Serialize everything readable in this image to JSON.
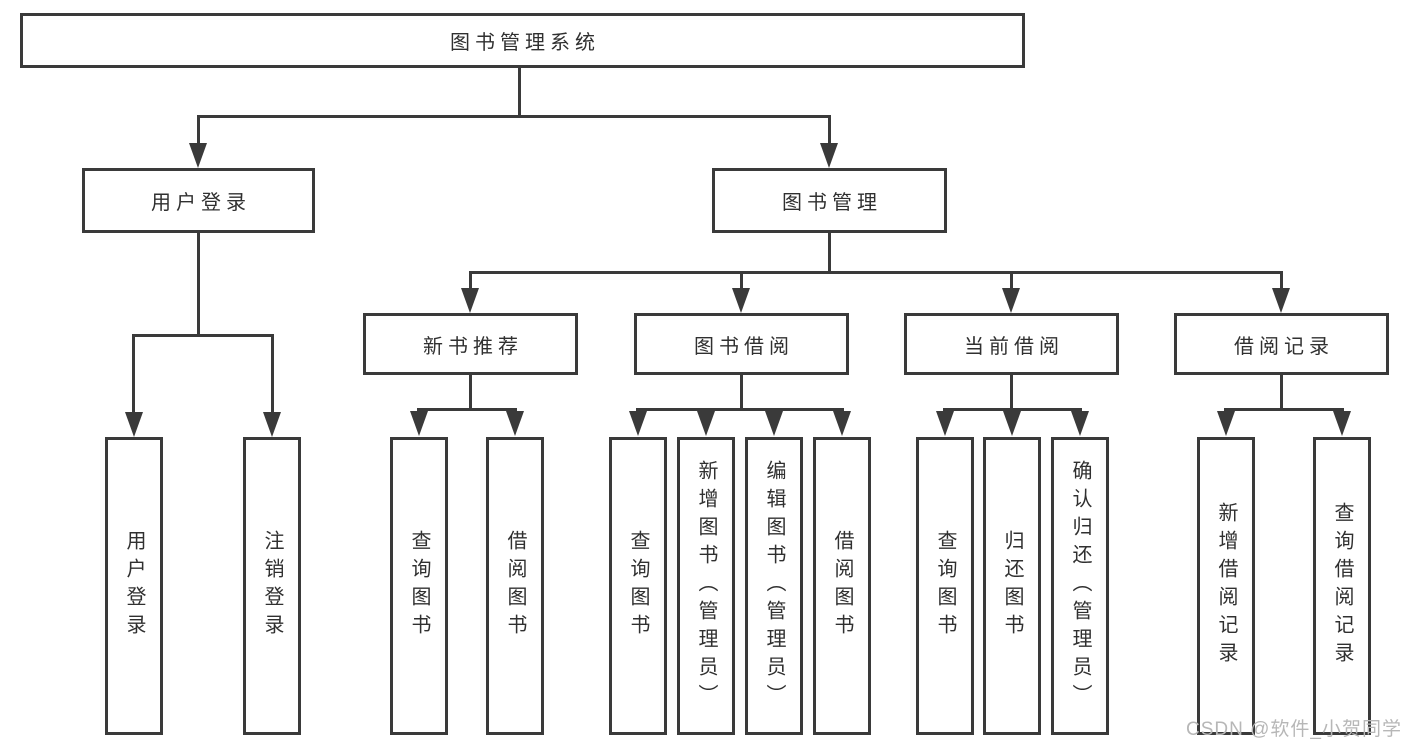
{
  "tree": {
    "root": {
      "label": "图书管理系统",
      "children": [
        {
          "label": "用户登录",
          "children": [
            {
              "label": "用户登录"
            },
            {
              "label": "注销登录"
            }
          ]
        },
        {
          "label": "图书管理",
          "children": [
            {
              "label": "新书推荐",
              "children": [
                {
                  "label": "查询图书"
                },
                {
                  "label": "借阅图书"
                }
              ]
            },
            {
              "label": "图书借阅",
              "children": [
                {
                  "label": "查询图书"
                },
                {
                  "label": "新增图书（管理员）"
                },
                {
                  "label": "编辑图书（管理员）"
                },
                {
                  "label": "借阅图书"
                }
              ]
            },
            {
              "label": "当前借阅",
              "children": [
                {
                  "label": "查询图书"
                },
                {
                  "label": "归还图书"
                },
                {
                  "label": "确认归还（管理员）"
                }
              ]
            },
            {
              "label": "借阅记录",
              "children": [
                {
                  "label": "新增借阅记录"
                },
                {
                  "label": "查询借阅记录"
                }
              ]
            }
          ]
        }
      ]
    }
  },
  "watermark": {
    "text": "CSDN @软件_小贺同学"
  },
  "colors": {
    "line": "#3a3a3a",
    "box_border": "#3a3a3a",
    "text": "#303030",
    "watermark": "#b7b7b7",
    "background": "#ffffff"
  }
}
